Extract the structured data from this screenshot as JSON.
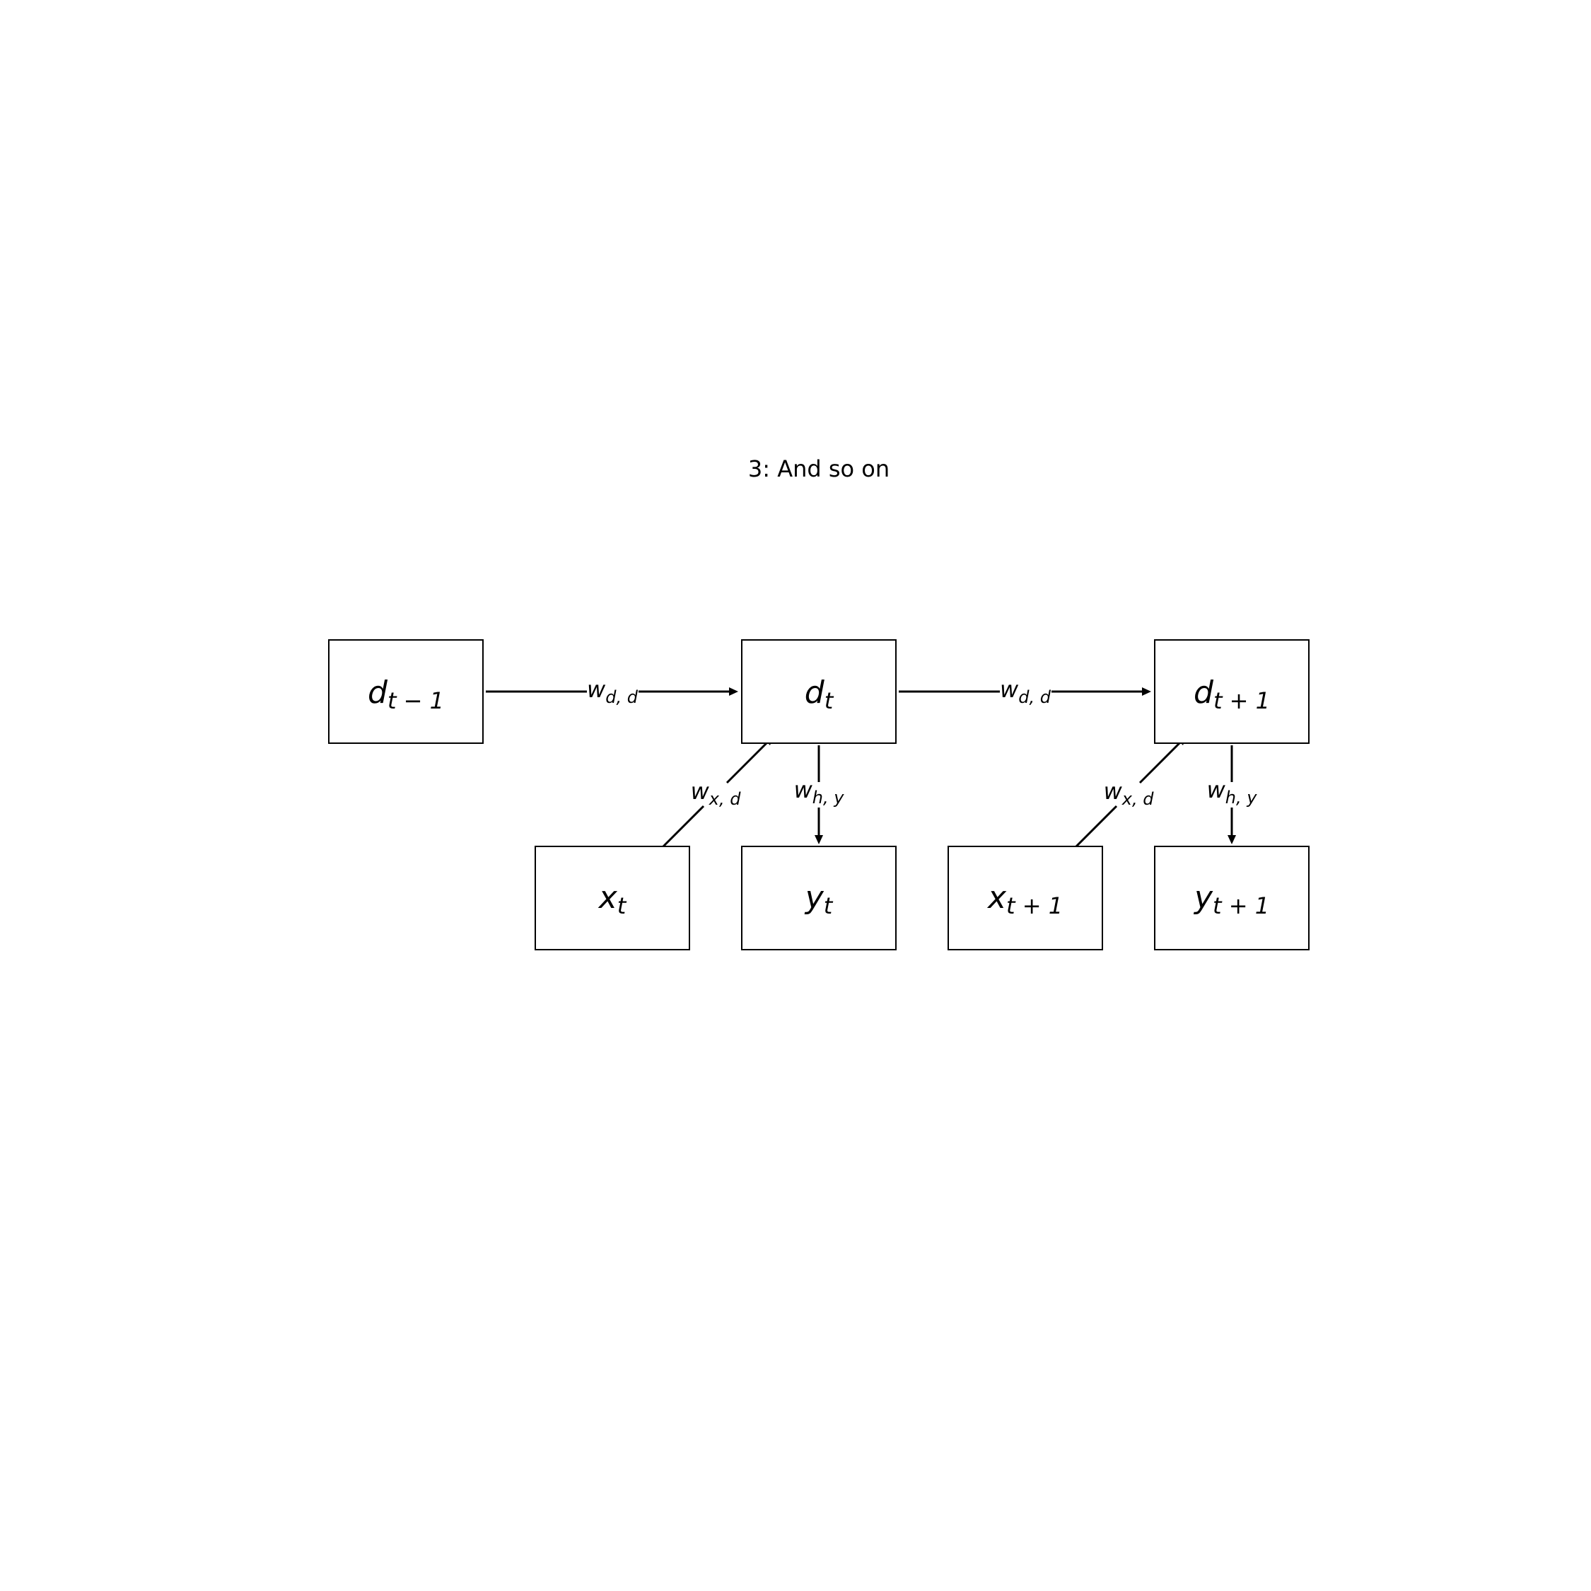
{
  "title": "3: And so on",
  "nodes": {
    "d_prev": {
      "main": "d",
      "sub": "t − 1"
    },
    "d_t": {
      "main": "d",
      "sub": "t"
    },
    "d_next": {
      "main": "d",
      "sub": "t + 1"
    },
    "x_t": {
      "main": "x",
      "sub": "t"
    },
    "y_t": {
      "main": "y",
      "sub": "t"
    },
    "x_next": {
      "main": "x",
      "sub": "t + 1"
    },
    "y_next": {
      "main": "y",
      "sub": "t + 1"
    }
  },
  "edges": {
    "dd_1": {
      "main": "w",
      "sub": "d, d"
    },
    "dd_2": {
      "main": "w",
      "sub": "d, d"
    },
    "xd_1": {
      "main": "w",
      "sub": "x, d"
    },
    "hy_1": {
      "main": "w",
      "sub": "h, y"
    },
    "xd_2": {
      "main": "w",
      "sub": "x, d"
    },
    "hy_2": {
      "main": "w",
      "sub": "h, y"
    }
  }
}
